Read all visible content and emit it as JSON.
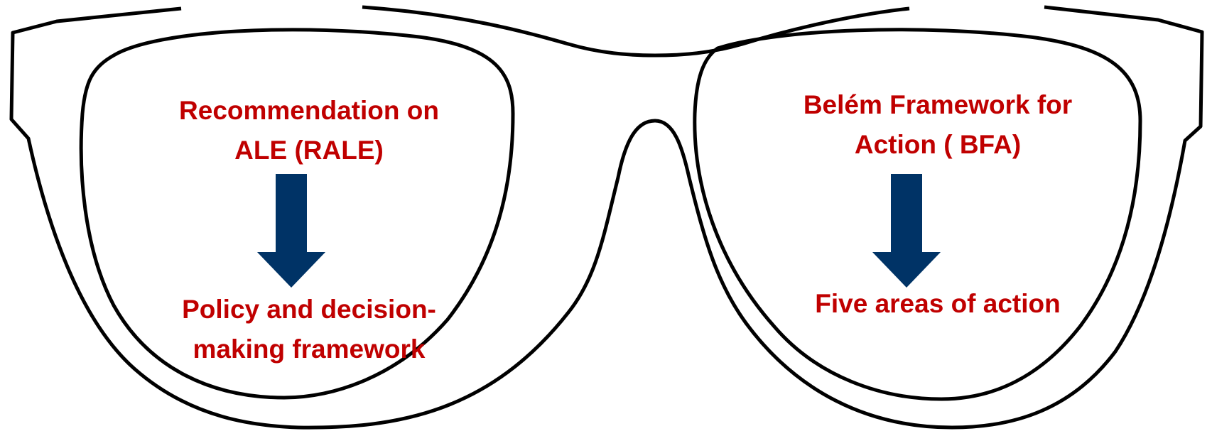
{
  "colors": {
    "text": "#c00000",
    "arrow": "#003366",
    "frame": "#000000"
  },
  "left_lens": {
    "top_text": "Recommendation on\nALE (RALE)",
    "bottom_text": "Policy and decision-\nmaking framework"
  },
  "right_lens": {
    "top_text": "Belém Framework for\nAction ( BFA)",
    "bottom_text": "Five  areas of action"
  }
}
